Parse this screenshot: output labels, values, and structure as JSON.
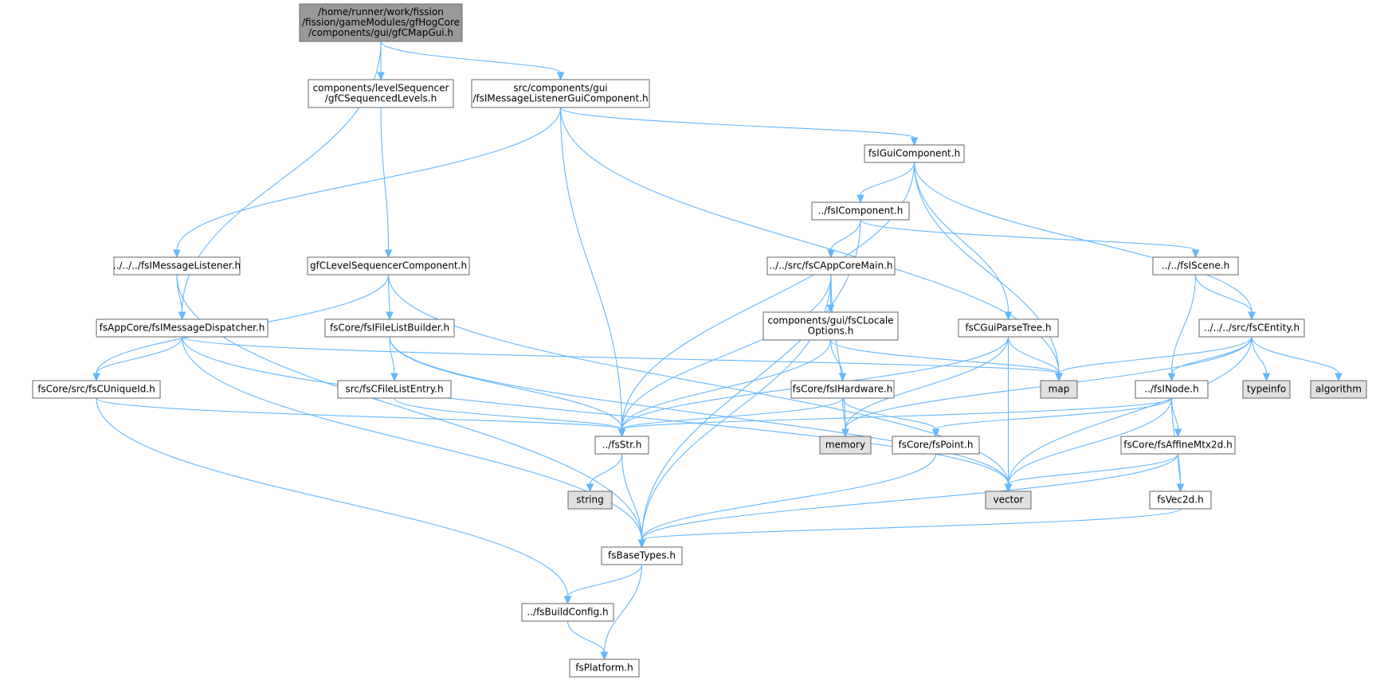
{
  "colors": {
    "root_fill": "#999999",
    "node_fill": "#ffffff",
    "system_fill": "#e0e0e0",
    "border": "#666666",
    "edge": "#63b8ff"
  },
  "nodes": [
    {
      "id": "root",
      "kind": "root",
      "lines": [
        "/home/runner/work/fission",
        "/fission/gameModules/gfHogCore",
        "/components/gui/gfCMapGui.h"
      ]
    },
    {
      "id": "gfCSequencedLevels",
      "kind": "file",
      "lines": [
        "components/levelSequencer",
        "/gfCSequencedLevels.h"
      ]
    },
    {
      "id": "fsIMessageListenerGuiComponent",
      "kind": "file",
      "lines": [
        "src/components/gui",
        "/fsIMessageListenerGuiComponent.h"
      ]
    },
    {
      "id": "fsIGuiComponent",
      "kind": "file",
      "lines": [
        "fsIGuiComponent.h"
      ]
    },
    {
      "id": "fsIComponent",
      "kind": "file",
      "lines": [
        "../fsIComponent.h"
      ]
    },
    {
      "id": "fsIMessageListener",
      "kind": "file",
      "lines": [
        "../../../fsIMessageListener.h"
      ]
    },
    {
      "id": "gfCLevelSequencerComponent",
      "kind": "file",
      "lines": [
        "gfCLevelSequencerComponent.h"
      ]
    },
    {
      "id": "fsCAppCoreMain",
      "kind": "file",
      "lines": [
        "../../src/fsCAppCoreMain.h"
      ]
    },
    {
      "id": "fsIScene",
      "kind": "file",
      "lines": [
        "../../fsIScene.h"
      ]
    },
    {
      "id": "fsIMessageDispatcher",
      "kind": "file",
      "lines": [
        "fsAppCore/fsIMessageDispatcher.h"
      ]
    },
    {
      "id": "fsIFileListBuilder",
      "kind": "file",
      "lines": [
        "fsCore/fsIFileListBuilder.h"
      ]
    },
    {
      "id": "fsCLocaleOptions",
      "kind": "file",
      "lines": [
        "components/gui/fsCLocale",
        "Options.h"
      ]
    },
    {
      "id": "fsCGuiParseTree",
      "kind": "file",
      "lines": [
        "fsCGuiParseTree.h"
      ]
    },
    {
      "id": "fsCEntity",
      "kind": "file",
      "lines": [
        "../../../src/fsCEntity.h"
      ]
    },
    {
      "id": "fsCUniqueId",
      "kind": "file",
      "lines": [
        "fsCore/src/fsCUniqueId.h"
      ]
    },
    {
      "id": "fsCFileListEntry",
      "kind": "file",
      "lines": [
        "src/fsCFileListEntry.h"
      ]
    },
    {
      "id": "fsIHardware",
      "kind": "file",
      "lines": [
        "fsCore/fsIHardware.h"
      ]
    },
    {
      "id": "map",
      "kind": "system",
      "lines": [
        "map"
      ]
    },
    {
      "id": "fsINode",
      "kind": "file",
      "lines": [
        "../fsINode.h"
      ]
    },
    {
      "id": "typeinfo",
      "kind": "system",
      "lines": [
        "typeinfo"
      ]
    },
    {
      "id": "algorithm",
      "kind": "system",
      "lines": [
        "algorithm"
      ]
    },
    {
      "id": "fsStr",
      "kind": "file",
      "lines": [
        "../fsStr.h"
      ]
    },
    {
      "id": "memory",
      "kind": "system",
      "lines": [
        "memory"
      ]
    },
    {
      "id": "fsPoint",
      "kind": "file",
      "lines": [
        "fsCore/fsPoint.h"
      ]
    },
    {
      "id": "fsAffineMtx2d",
      "kind": "file",
      "lines": [
        "fsCore/fsAffineMtx2d.h"
      ]
    },
    {
      "id": "string",
      "kind": "system",
      "lines": [
        "string"
      ]
    },
    {
      "id": "vector",
      "kind": "system",
      "lines": [
        "vector"
      ]
    },
    {
      "id": "fsVec2d",
      "kind": "file",
      "lines": [
        "fsVec2d.h"
      ]
    },
    {
      "id": "fsBaseTypes",
      "kind": "file",
      "lines": [
        "fsBaseTypes.h"
      ]
    },
    {
      "id": "fsBuildConfig",
      "kind": "file",
      "lines": [
        "../fsBuildConfig.h"
      ]
    },
    {
      "id": "fsPlatform",
      "kind": "file",
      "lines": [
        "fsPlatform.h"
      ]
    }
  ],
  "edges": [
    [
      "root",
      "gfCSequencedLevels"
    ],
    [
      "root",
      "fsIMessageListenerGuiComponent"
    ],
    [
      "root",
      "fsIMessageDispatcher"
    ],
    [
      "gfCSequencedLevels",
      "gfCLevelSequencerComponent"
    ],
    [
      "fsIMessageListenerGuiComponent",
      "fsIMessageListener"
    ],
    [
      "fsIMessageListenerGuiComponent",
      "fsStr"
    ],
    [
      "fsIMessageListenerGuiComponent",
      "fsIGuiComponent"
    ],
    [
      "fsIMessageListenerGuiComponent",
      "map"
    ],
    [
      "fsIGuiComponent",
      "fsIComponent"
    ],
    [
      "fsIGuiComponent",
      "fsStr"
    ],
    [
      "fsIGuiComponent",
      "fsCGuiParseTree"
    ],
    [
      "fsIGuiComponent",
      "map"
    ],
    [
      "fsIGuiComponent",
      "fsCEntity"
    ],
    [
      "fsIComponent",
      "fsCAppCoreMain"
    ],
    [
      "fsIComponent",
      "fsIScene"
    ],
    [
      "fsIComponent",
      "fsBaseTypes"
    ],
    [
      "fsIMessageListener",
      "fsIMessageDispatcher"
    ],
    [
      "fsIMessageListener",
      "fsBaseTypes"
    ],
    [
      "gfCLevelSequencerComponent",
      "fsIFileListBuilder"
    ],
    [
      "gfCLevelSequencerComponent",
      "fsCUniqueId"
    ],
    [
      "gfCLevelSequencerComponent",
      "vector"
    ],
    [
      "fsCAppCoreMain",
      "fsCLocaleOptions"
    ],
    [
      "fsCAppCoreMain",
      "fsStr"
    ],
    [
      "fsCAppCoreMain",
      "memory"
    ],
    [
      "fsCAppCoreMain",
      "fsBaseTypes"
    ],
    [
      "fsIScene",
      "fsCEntity"
    ],
    [
      "fsIScene",
      "fsINode"
    ],
    [
      "fsIMessageDispatcher",
      "fsCUniqueId"
    ],
    [
      "fsIMessageDispatcher",
      "map"
    ],
    [
      "fsIMessageDispatcher",
      "vector"
    ],
    [
      "fsIMessageDispatcher",
      "fsBaseTypes"
    ],
    [
      "fsIFileListBuilder",
      "fsCFileListEntry"
    ],
    [
      "fsIFileListBuilder",
      "fsStr"
    ],
    [
      "fsIFileListBuilder",
      "vector"
    ],
    [
      "fsCLocaleOptions",
      "fsIHardware"
    ],
    [
      "fsCLocaleOptions",
      "fsStr"
    ],
    [
      "fsCLocaleOptions",
      "map"
    ],
    [
      "fsCGuiParseTree",
      "fsStr"
    ],
    [
      "fsCGuiParseTree",
      "map"
    ],
    [
      "fsCGuiParseTree",
      "memory"
    ],
    [
      "fsCGuiParseTree",
      "vector"
    ],
    [
      "fsCEntity",
      "map"
    ],
    [
      "fsCEntity",
      "fsINode"
    ],
    [
      "fsCEntity",
      "typeinfo"
    ],
    [
      "fsCEntity",
      "algorithm"
    ],
    [
      "fsCEntity",
      "memory"
    ],
    [
      "fsCEntity",
      "vector"
    ],
    [
      "fsCUniqueId",
      "fsStr"
    ],
    [
      "fsCUniqueId",
      "fsBuildConfig"
    ],
    [
      "fsCFileListEntry",
      "fsStr"
    ],
    [
      "fsIHardware",
      "fsStr"
    ],
    [
      "fsIHardware",
      "memory"
    ],
    [
      "fsIHardware",
      "fsPoint"
    ],
    [
      "fsINode",
      "fsStr"
    ],
    [
      "fsINode",
      "fsPoint"
    ],
    [
      "fsINode",
      "fsAffineMtx2d"
    ],
    [
      "fsINode",
      "vector"
    ],
    [
      "fsINode",
      "fsVec2d"
    ],
    [
      "fsStr",
      "string"
    ],
    [
      "fsStr",
      "fsBaseTypes"
    ],
    [
      "fsPoint",
      "fsBaseTypes"
    ],
    [
      "fsAffineMtx2d",
      "vector"
    ],
    [
      "fsAffineMtx2d",
      "fsVec2d"
    ],
    [
      "fsAffineMtx2d",
      "fsBaseTypes"
    ],
    [
      "fsVec2d",
      "fsBaseTypes"
    ],
    [
      "fsBaseTypes",
      "fsBuildConfig"
    ],
    [
      "fsBaseTypes",
      "fsPlatform"
    ],
    [
      "fsBuildConfig",
      "fsPlatform"
    ]
  ]
}
